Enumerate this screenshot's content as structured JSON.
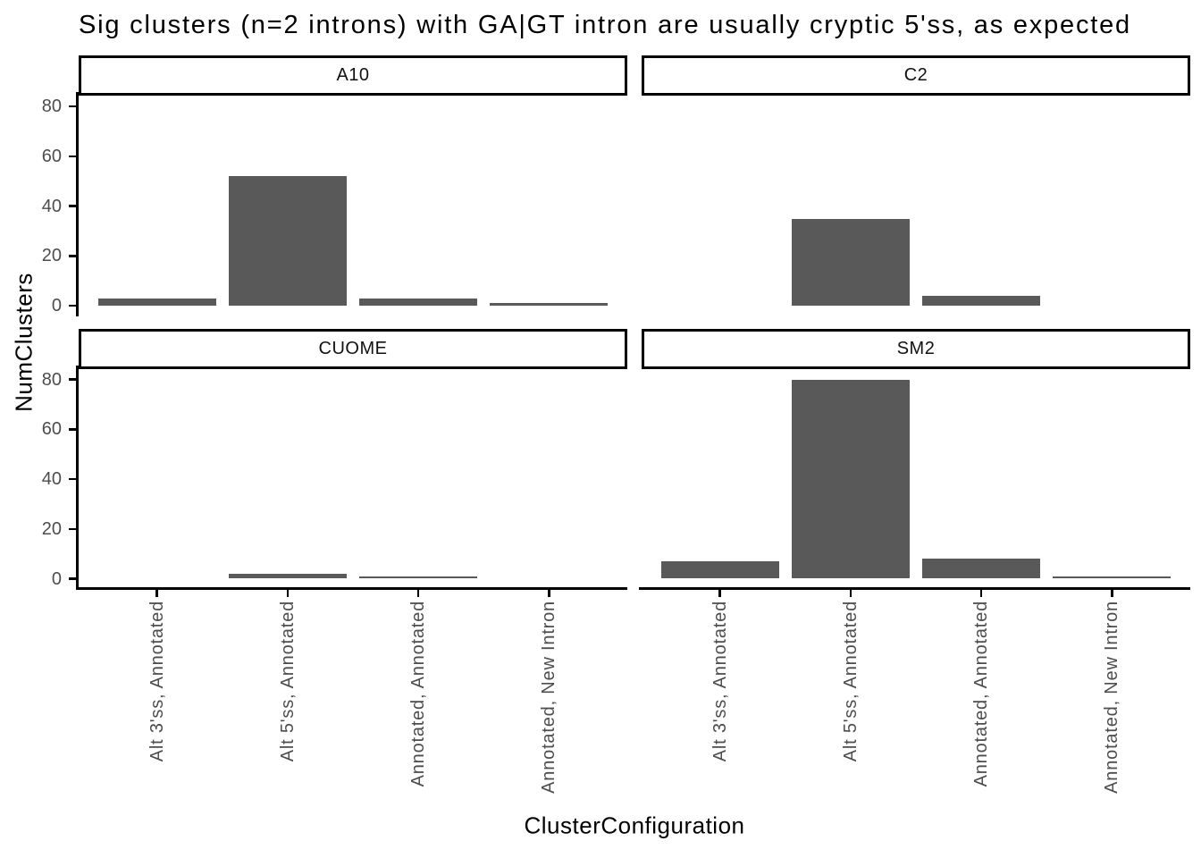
{
  "title": "Sig clusters (n=2 introns) with GA|GT intron are usually cryptic 5'ss, as expected",
  "chart_data": {
    "type": "bar",
    "facets": [
      {
        "label": "A10",
        "values": [
          3,
          52,
          3,
          1
        ]
      },
      {
        "label": "C2",
        "values": [
          0,
          35,
          4,
          0
        ]
      },
      {
        "label": "CUOME",
        "values": [
          0,
          2,
          1,
          0
        ]
      },
      {
        "label": "SM2",
        "values": [
          7,
          80,
          8,
          1
        ]
      }
    ],
    "categories": [
      "Alt 3'ss, Annotated",
      "Alt 5'ss, Annotated",
      "Annotated, Annotated",
      "Annotated, New Intron"
    ],
    "xlabel": "ClusterConfiguration",
    "ylabel": "NumClusters",
    "y_ticks": [
      0,
      20,
      40,
      60,
      80
    ],
    "ylim": [
      -4.2,
      84.2
    ],
    "bar_color": "#595959",
    "axis_text_color": "#4d4d4d",
    "axis_line_color": "#000000",
    "grid": "off",
    "legend": "none",
    "facet_layout": "2x2"
  }
}
